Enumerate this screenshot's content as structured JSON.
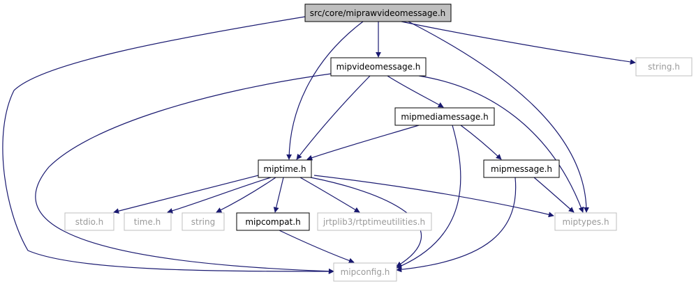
{
  "diagram": {
    "colors": {
      "edge": "#191970",
      "root_fill": "#bfbfbf",
      "node_border": "#000000",
      "external_border": "#bfbfbf",
      "external_text": "#9a9a9a"
    },
    "nodes": {
      "root": {
        "label": "src/core/miprawvideomessage.h",
        "kind": "root"
      },
      "mipvideomessage": {
        "label": "mipvideomessage.h",
        "kind": "internal"
      },
      "string_h": {
        "label": "string.h",
        "kind": "external"
      },
      "mipmediamessage": {
        "label": "mipmediamessage.h",
        "kind": "internal"
      },
      "miptime": {
        "label": "miptime.h",
        "kind": "internal"
      },
      "mipmessage": {
        "label": "mipmessage.h",
        "kind": "internal"
      },
      "stdio": {
        "label": "stdio.h",
        "kind": "external"
      },
      "time_h": {
        "label": "time.h",
        "kind": "external"
      },
      "string": {
        "label": "string",
        "kind": "external"
      },
      "mipcompat": {
        "label": "mipcompat.h",
        "kind": "internal"
      },
      "rtptimeutilities": {
        "label": "jrtplib3/rtptimeutilities.h",
        "kind": "external"
      },
      "miptypes": {
        "label": "miptypes.h",
        "kind": "external"
      },
      "mipconfig": {
        "label": "mipconfig.h",
        "kind": "external"
      }
    },
    "edges": [
      [
        "root",
        "mipvideomessage"
      ],
      [
        "root",
        "string_h"
      ],
      [
        "root",
        "miptime"
      ],
      [
        "root",
        "miptypes"
      ],
      [
        "root",
        "mipconfig"
      ],
      [
        "mipvideomessage",
        "mipmediamessage"
      ],
      [
        "mipvideomessage",
        "miptime"
      ],
      [
        "mipvideomessage",
        "miptypes"
      ],
      [
        "mipvideomessage",
        "mipconfig"
      ],
      [
        "mipmediamessage",
        "miptime"
      ],
      [
        "mipmediamessage",
        "mipmessage"
      ],
      [
        "mipmediamessage",
        "mipconfig"
      ],
      [
        "miptime",
        "stdio"
      ],
      [
        "miptime",
        "time_h"
      ],
      [
        "miptime",
        "string"
      ],
      [
        "miptime",
        "mipcompat"
      ],
      [
        "miptime",
        "rtptimeutilities"
      ],
      [
        "miptime",
        "miptypes"
      ],
      [
        "miptime",
        "mipconfig"
      ],
      [
        "mipmessage",
        "miptypes"
      ],
      [
        "mipmessage",
        "mipconfig"
      ],
      [
        "mipcompat",
        "mipconfig"
      ]
    ]
  }
}
